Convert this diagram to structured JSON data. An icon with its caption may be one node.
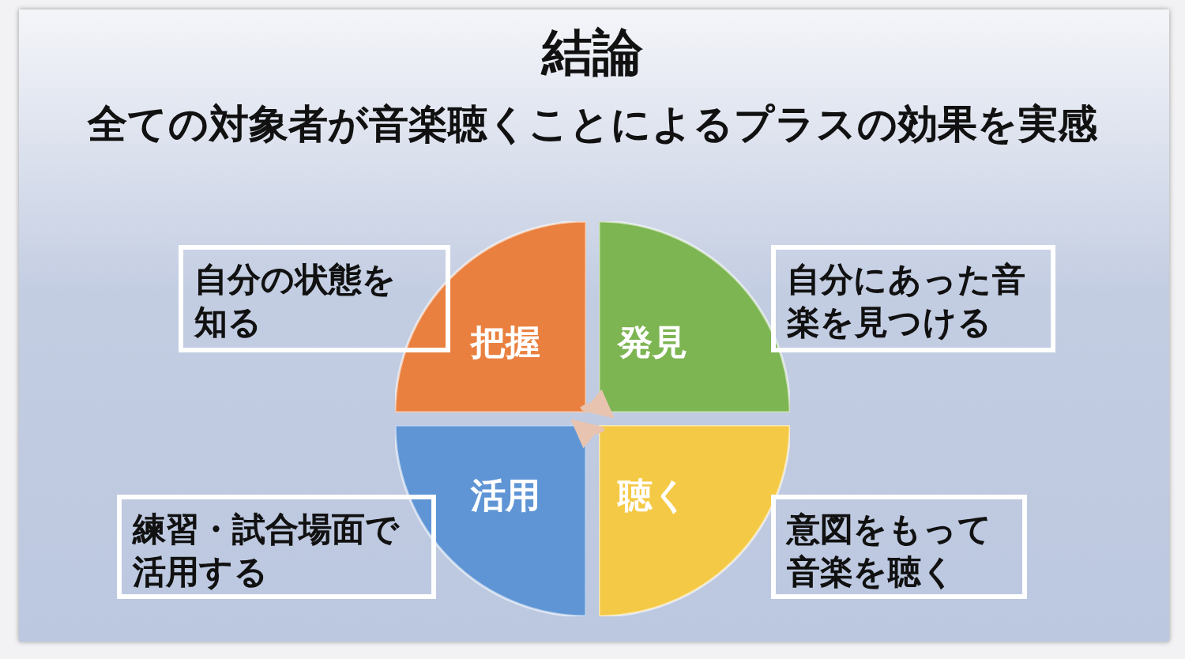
{
  "diagram": {
    "title": "結論",
    "nodes": [
      {
        "text": [
          "把握"
        ]
      },
      {
        "text": [
          "発見"
        ]
      },
      {
        "text": [
          "活用"
        ]
      },
      {
        "text": [
          "聴く"
        ]
      },
      {
        "text": [
          "自分の状態を知る"
        ]
      },
      {
        "text": [
          "自分にあった音楽を見つける"
        ]
      },
      {
        "text": [
          "練習・試合場面で活用する"
        ]
      },
      {
        "text": [
          "意図をもって音楽を聴く"
        ]
      }
    ],
    "edges": [
      {
        "from": 0,
        "to": 1,
        "arrow": "to"
      },
      {
        "from": 3,
        "to": 2,
        "arrow": "to"
      }
    ],
    "labels": [
      "全ての対象者が音楽聴くことによるプラスの効果を実感"
    ]
  }
}
